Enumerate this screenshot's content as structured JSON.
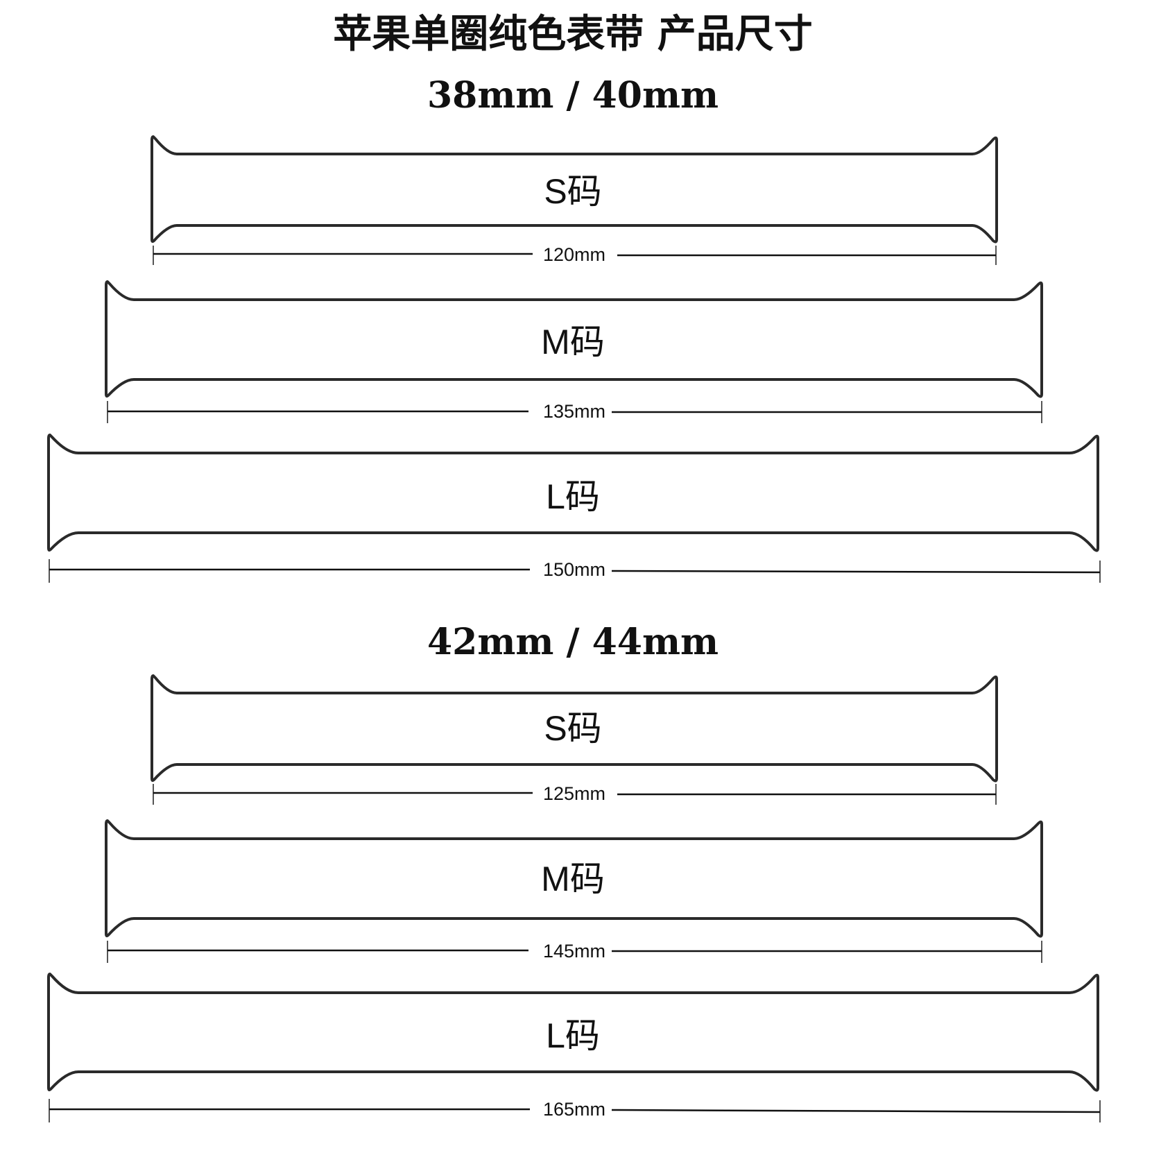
{
  "title": "苹果单圈纯色表带 产品尺寸",
  "groups": [
    {
      "heading": "38mm / 40mm",
      "bands": [
        {
          "size": "S码",
          "length_label": "120mm",
          "length_mm": 120
        },
        {
          "size": "M码",
          "length_label": "135mm",
          "length_mm": 135
        },
        {
          "size": "L码",
          "length_label": "150mm",
          "length_mm": 150
        }
      ]
    },
    {
      "heading": "42mm / 44mm",
      "bands": [
        {
          "size": "S码",
          "length_label": "125mm",
          "length_mm": 125
        },
        {
          "size": "M码",
          "length_label": "145mm",
          "length_mm": 145
        },
        {
          "size": "L码",
          "length_label": "165mm",
          "length_mm": 165
        }
      ]
    }
  ],
  "colors": {
    "background": "#ffffff",
    "outline": "#2a2a2a",
    "text": "#111111"
  }
}
